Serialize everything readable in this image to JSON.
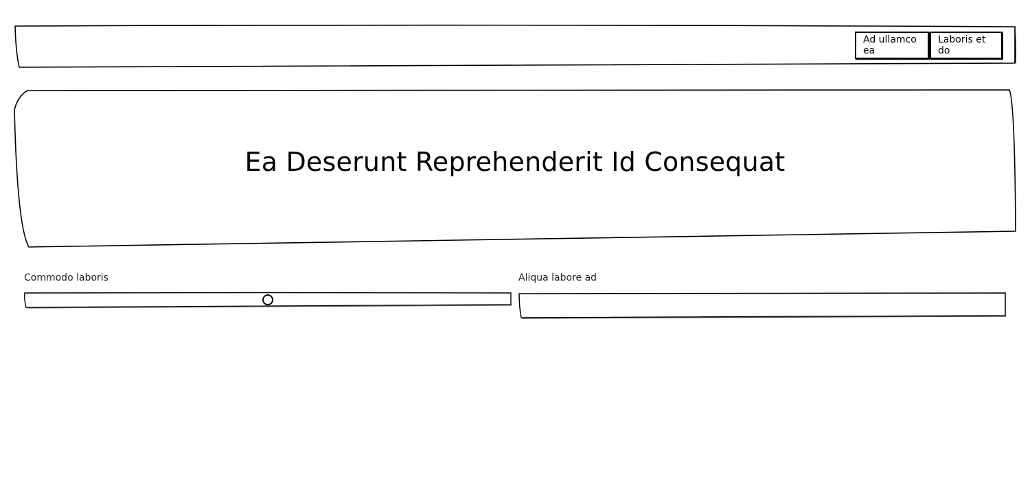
{
  "header": {
    "buttons": [
      {
        "label": "Ad ullamco ea"
      },
      {
        "label": "Laboris et do"
      }
    ]
  },
  "hero": {
    "title": "Ea Deserunt Reprehenderit Id Consequat"
  },
  "form": {
    "slider": {
      "label": "Commodo laboris",
      "value": 0.5
    },
    "text_input": {
      "label": "Aliqua labore ad",
      "value": ""
    }
  }
}
